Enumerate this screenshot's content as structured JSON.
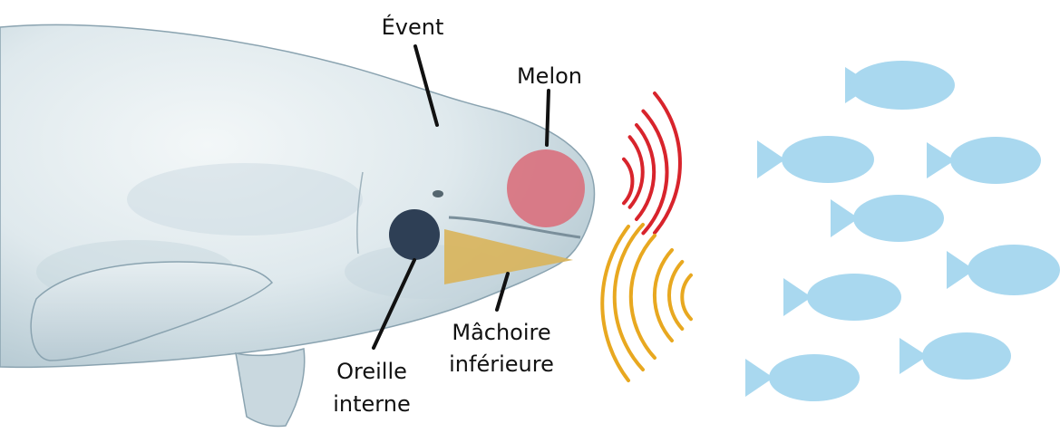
{
  "labels": {
    "blowhole": "Évent",
    "melon": "Melon",
    "lower_jaw_line1": "Mâchoire",
    "lower_jaw_line2": "inférieure",
    "inner_ear_line1": "Oreille",
    "inner_ear_line2": "interne"
  },
  "colors": {
    "outgoing_waves": "#d8242c",
    "returning_waves": "#e8a820",
    "melon": "#d9727f",
    "inner_ear": "#2e3f55",
    "lower_jaw": "#d9b45a",
    "fish": "#a9d8ef",
    "whale_light": "#e9f0f3",
    "whale_shadow": "#b7cad3"
  },
  "icons": {
    "whale": "beluga-whale-illustration",
    "fish": "fish-icon"
  }
}
